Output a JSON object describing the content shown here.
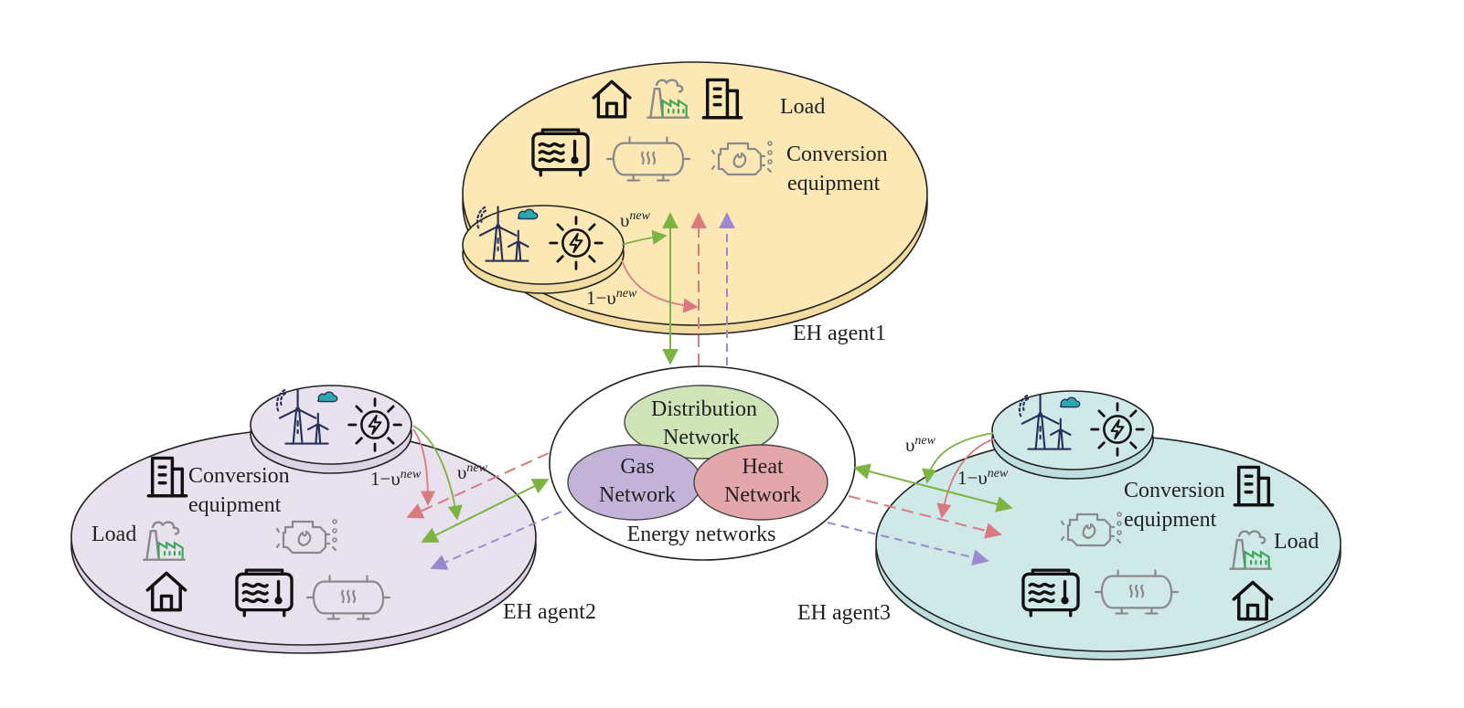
{
  "agents": {
    "agent1": {
      "name": "EH agent1",
      "load": "Load",
      "conversion": [
        "Conversion",
        "equipment"
      ],
      "fill": "#fbe8b4"
    },
    "agent2": {
      "name": "EH agent2",
      "load": "Load",
      "conversion": [
        "Conversion",
        "equipment"
      ],
      "fill": "#e8e1ee"
    },
    "agent3": {
      "name": "EH agent3",
      "load": "Load",
      "conversion": [
        "Conversion",
        "equipment"
      ],
      "fill": "#cfe9e9"
    }
  },
  "energy_networks": {
    "title": "Energy networks",
    "distribution": [
      "Distribution",
      "Network"
    ],
    "gas": [
      "Gas",
      "Network"
    ],
    "heat": [
      "Heat",
      "Network"
    ],
    "colors": {
      "distribution": "#cfe4b7",
      "gas": "#c4b3d9",
      "heat": "#e3a6ab"
    }
  },
  "ratios": {
    "share_symbol": "υ",
    "share_sup": "new",
    "remainder_prefix": "1−υ",
    "remainder_sup": "new"
  },
  "colors": {
    "electric": "#7cb342",
    "heat": "#d97a80",
    "gas": "#9a88d0"
  },
  "icons": {
    "load": [
      "house-icon",
      "factory-icon",
      "office-building-icon"
    ],
    "conversion": [
      "electric-heater-icon",
      "gas-storage-tank-icon",
      "gas-engine-icon"
    ],
    "renewables": [
      "wind-turbine-icon",
      "cloud-icon",
      "solar-power-icon"
    ]
  }
}
